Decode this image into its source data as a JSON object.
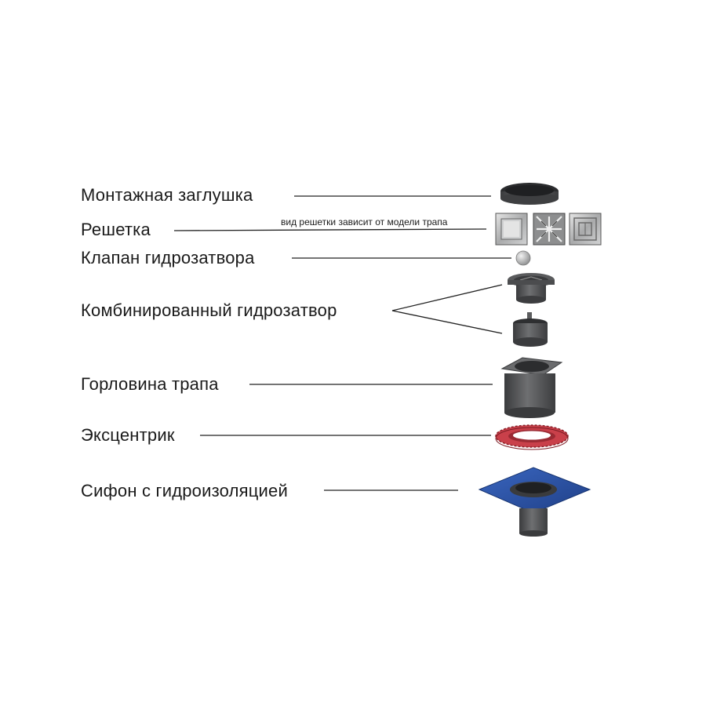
{
  "labels": {
    "plug": "Монтажная заглушка",
    "grate": "Решетка",
    "grate_note": "вид решетки зависит от модели трапа",
    "valve": "Клапан гидрозатвора",
    "combined_seal": "Комбинированный гидрозатвор",
    "neck": "Горловина трапа",
    "eccentric": "Эксцентрик",
    "siphon": "Сифон с гидроизоляцией"
  },
  "colors": {
    "part_dark": "#4a4b4d",
    "part_mid": "#6b6c6e",
    "eccentric_red": "#b8343c",
    "membrane_blue": "#2b54a8",
    "grate_steel": "#b9babb"
  },
  "icons": [
    "mounting-plug-icon",
    "grate-frame-icon",
    "grate-pattern-icon",
    "grate-square-icon",
    "valve-ball-icon",
    "seal-upper-icon",
    "seal-lower-icon",
    "drain-neck-icon",
    "eccentric-ring-icon",
    "siphon-membrane-icon"
  ]
}
